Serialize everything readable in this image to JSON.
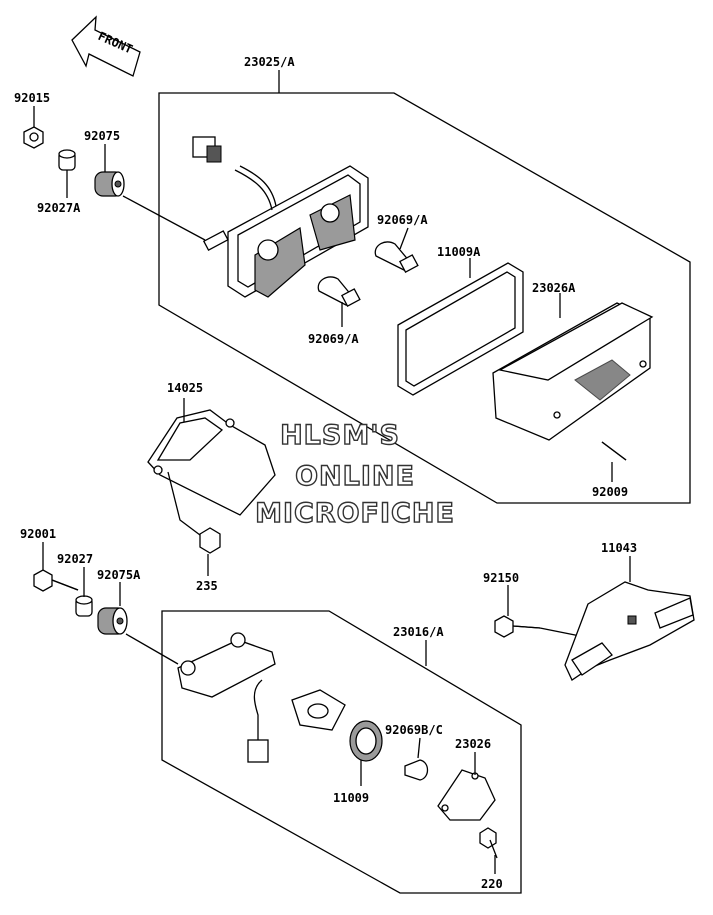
{
  "front_arrow": {
    "label": "FRONT"
  },
  "part_labels": {
    "p23025A": "23025/A",
    "p92015": "92015",
    "p92075": "92075",
    "p92027A": "92027A",
    "p92069A_top": "92069/A",
    "p11009A": "11009A",
    "p23026A": "23026A",
    "p92069A_bottom": "92069/A",
    "p14025": "14025",
    "p92009": "92009",
    "p92001": "92001",
    "p92027": "92027",
    "p92075A": "92075A",
    "p235": "235",
    "p11043": "11043",
    "p92150": "92150",
    "p23016A": "23016/A",
    "p92069BC": "92069B/C",
    "p23026": "23026",
    "p11009": "11009",
    "p220": "220"
  },
  "watermark": {
    "line1": "HLSM'S",
    "line2": "ONLINE",
    "line3": "MICROFICHE"
  }
}
